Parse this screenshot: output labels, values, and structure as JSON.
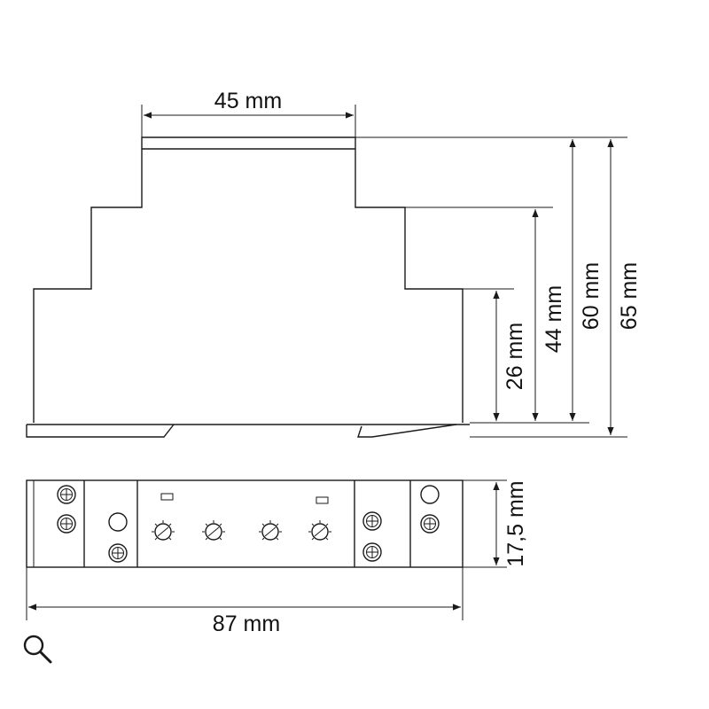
{
  "dimensions": {
    "top_width": "45 mm",
    "height_26": "26 mm",
    "height_44": "44 mm",
    "height_60": "60 mm",
    "height_65": "65 mm",
    "front_height": "17,5 mm",
    "overall_width": "87 mm"
  },
  "icons": {
    "zoom": "magnifier-icon"
  },
  "colors": {
    "stroke": "#1a1a1a",
    "background": "#ffffff"
  }
}
